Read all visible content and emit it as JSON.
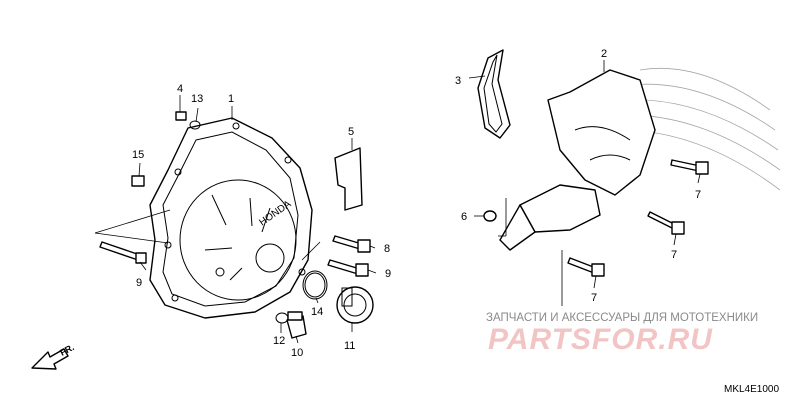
{
  "callouts": {
    "c1": "1",
    "c2": "2",
    "c3": "3",
    "c4": "4",
    "c5": "5",
    "c6": "6",
    "c7a": "7",
    "c7b": "7",
    "c7c": "7",
    "c8": "8",
    "c9a": "9",
    "c9b": "9",
    "c10": "10",
    "c11": "11",
    "c12": "12",
    "c13": "13",
    "c14": "14",
    "c15": "15"
  },
  "cover_marking": "HONDA",
  "direction_label": "FR.",
  "watermark": {
    "subtitle": "ЗАПЧАСТИ И АКСЕССУАРЫ ДЛЯ МОТОТЕХНИКИ",
    "brand": "PARTSFOR.RU"
  },
  "diagram_code": "MKL4E1000",
  "colors": {
    "watermark_red": "#f2c5c5",
    "watermark_gray": "#8a8a8a"
  }
}
